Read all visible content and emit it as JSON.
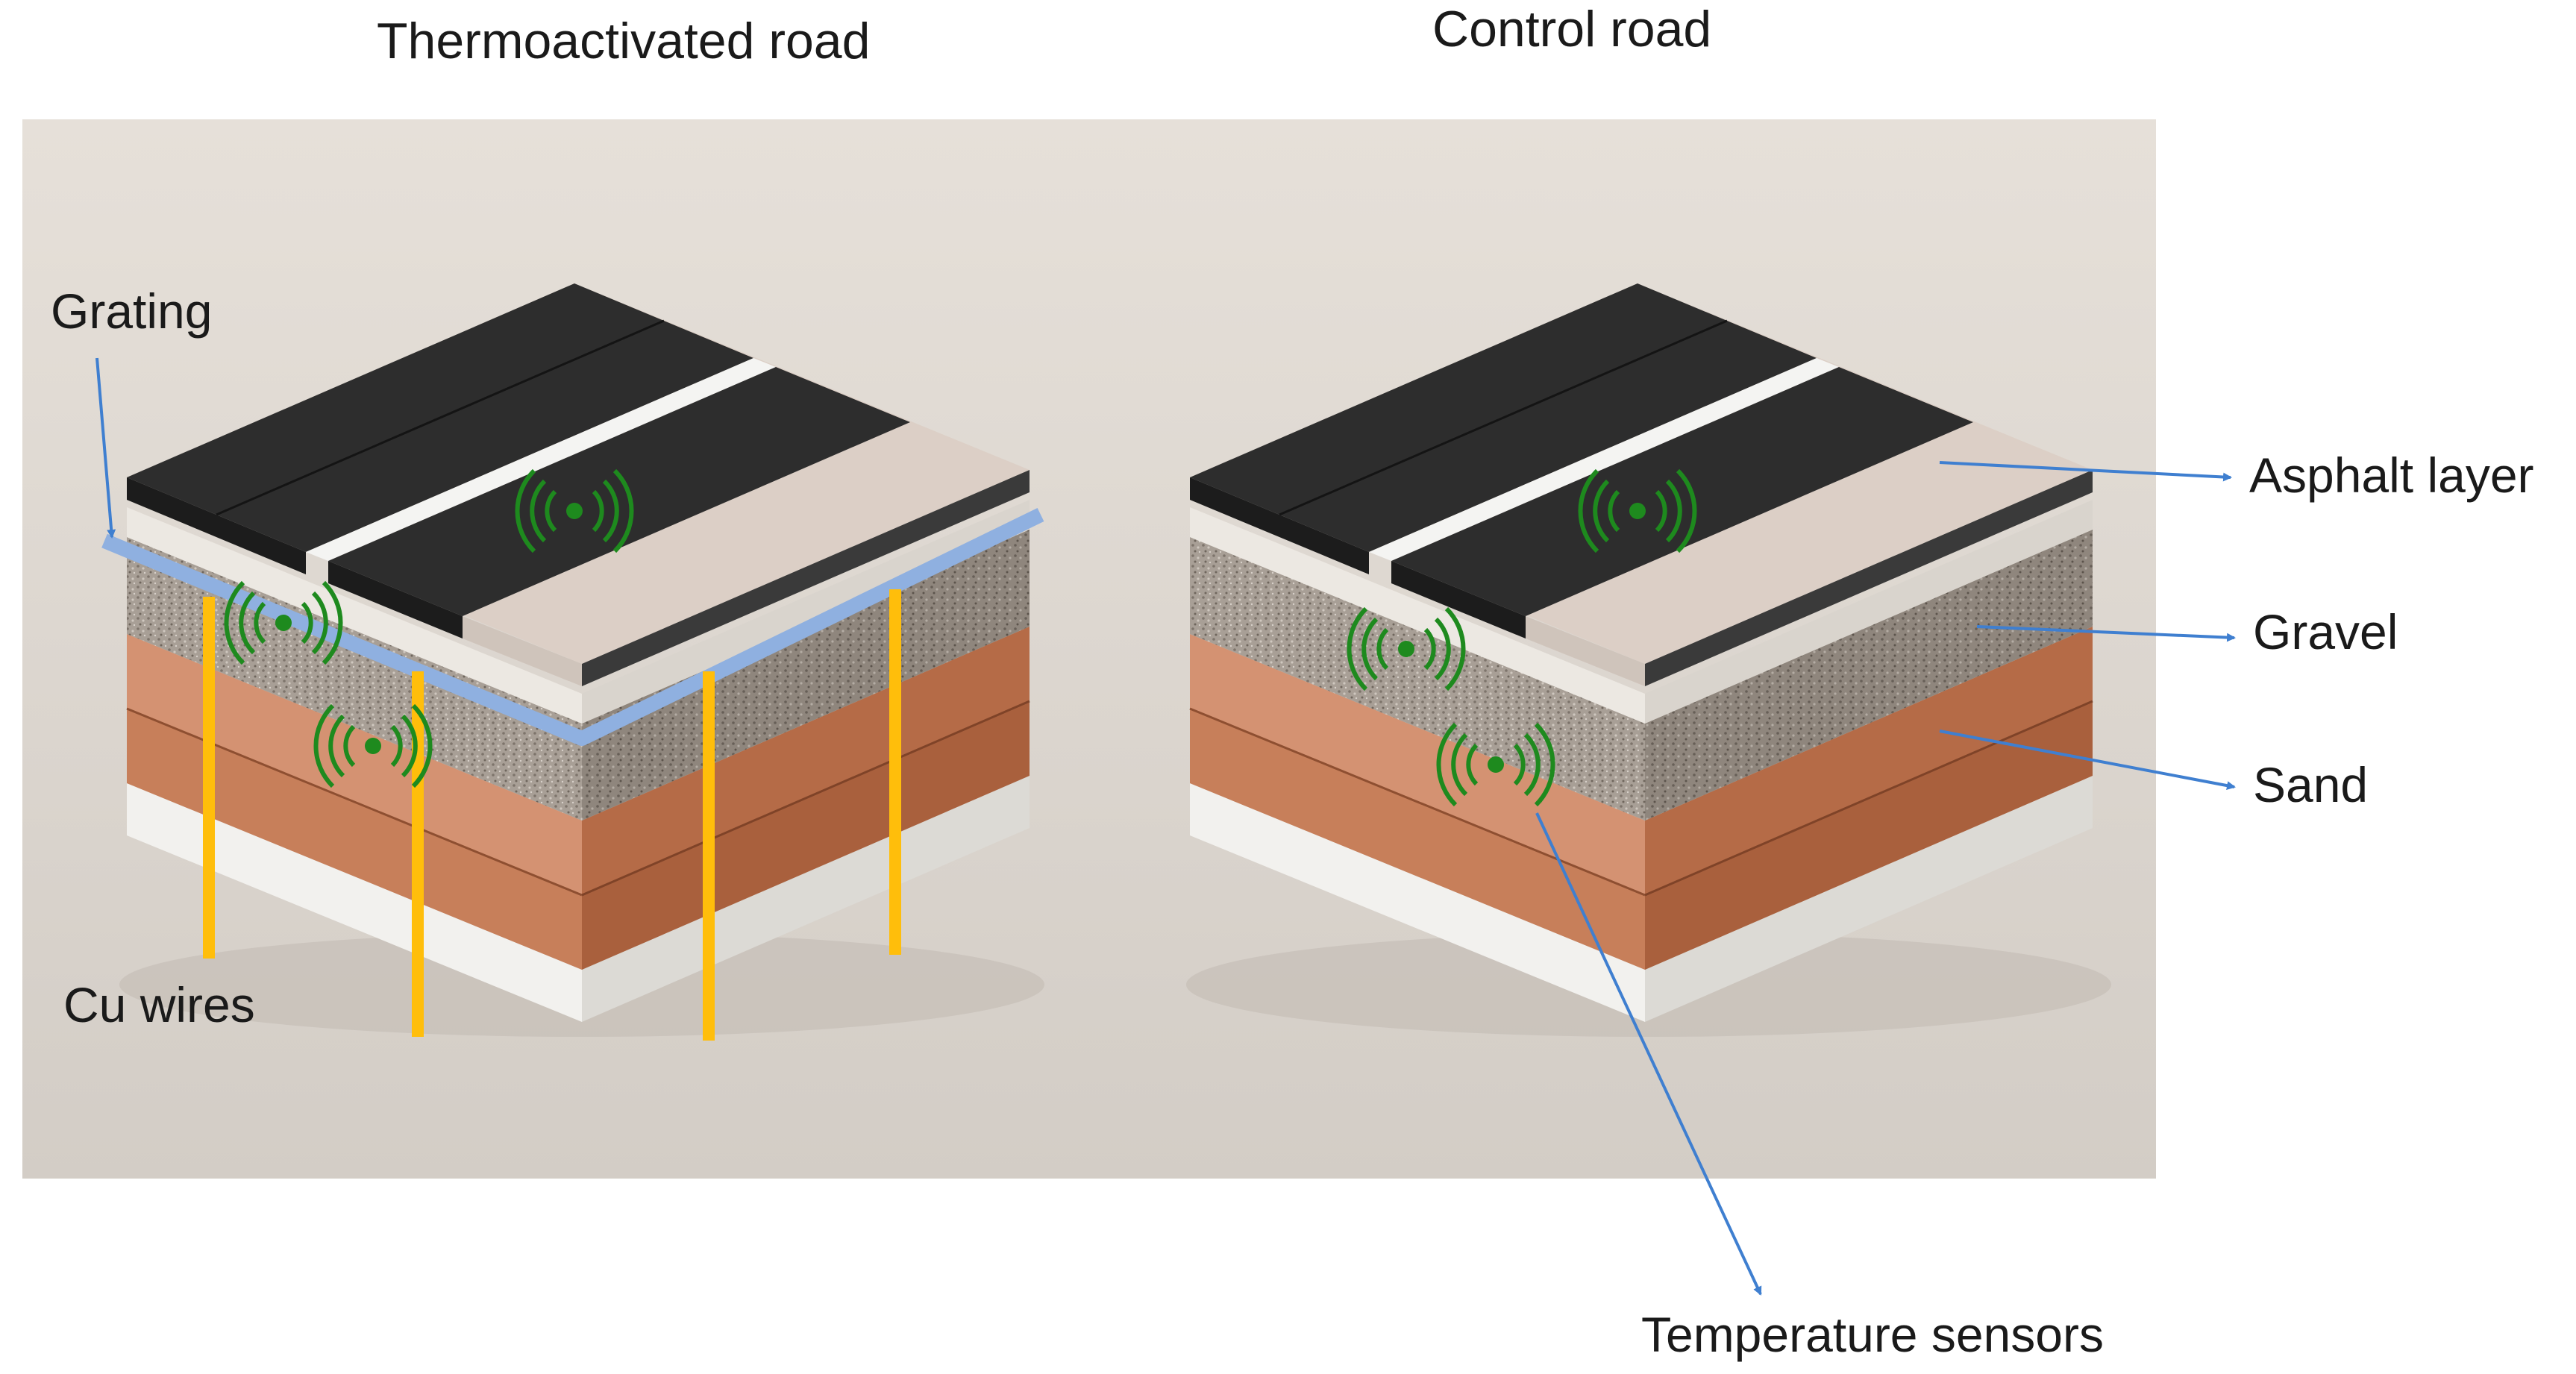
{
  "panels": {
    "thermo": {
      "title": "Thermoactivated road"
    },
    "control": {
      "title": "Control road"
    }
  },
  "labels": {
    "grating": "Grating",
    "cu_wires": "Cu wires",
    "asphalt": "Asphalt layer",
    "gravel": "Gravel",
    "sand": "Sand",
    "sensors": "Temperature sensors"
  },
  "colors": {
    "background_panel": "#dcd7d0",
    "asphalt": "#2b2b2b",
    "road_surface": "#d9cec6",
    "lane_line": "#f2f2f2",
    "gravel": "#a79f97",
    "sand": "#c98963",
    "base": "#ececea",
    "grating": "#8fb0e0",
    "cu_wire": "#ffbe0b",
    "sensor": "#1e8a1e",
    "arrow": "#3f7fd0"
  },
  "icons": {
    "sensor": "wireless-sensor-icon"
  }
}
